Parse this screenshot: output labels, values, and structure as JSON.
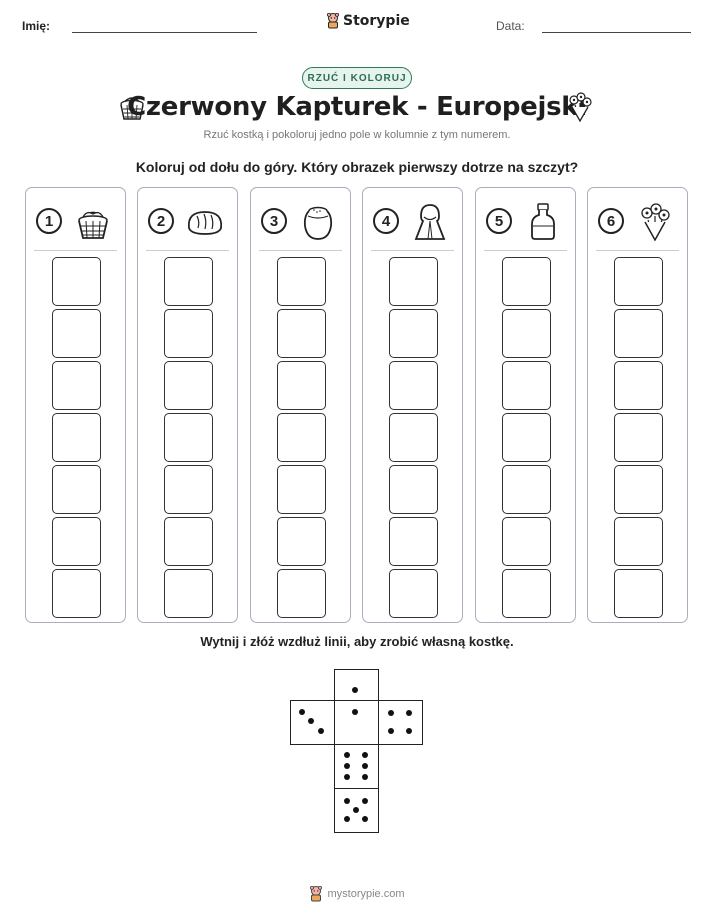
{
  "header": {
    "name_label": "Imię:",
    "date_label": "Data:",
    "brand": "Storypie"
  },
  "tag": "RZUĆ I KOLORUJ",
  "title": "Czerwony Kapturek - Europejski",
  "subtitle": "Rzuć kostką i pokoloruj jedno pole w kolumnie z tym numerem.",
  "instruction": "Koloruj od dołu do góry. Który obrazek pierwszy dotrze na szczyt?",
  "columns": [
    {
      "number": "1",
      "icon": "basket-icon"
    },
    {
      "number": "2",
      "icon": "bread-icon"
    },
    {
      "number": "3",
      "icon": "honey-pot-icon"
    },
    {
      "number": "4",
      "icon": "red-hood-cape-icon"
    },
    {
      "number": "5",
      "icon": "potion-bottle-icon"
    },
    {
      "number": "6",
      "icon": "flowers-icon"
    }
  ],
  "cells_per_column": 7,
  "cut_instruction": "Wytnij i złóż wzdłuż linii, aby zrobić własną kostkę.",
  "die_faces": [
    1,
    3,
    1,
    4,
    6,
    5
  ],
  "footer": "mystorypie.com",
  "colors": {
    "accent_green": "#2f7a5f",
    "pill_bg": "#e5f5ee",
    "column_border": "#a9aebc"
  }
}
